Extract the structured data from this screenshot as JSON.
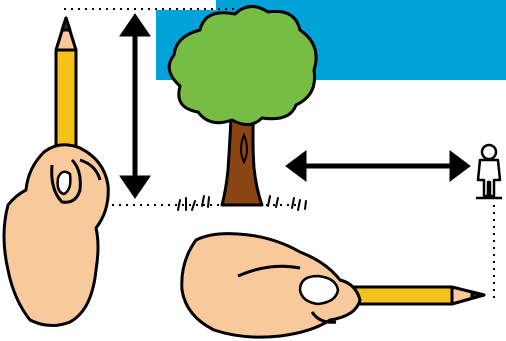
{
  "scene": {
    "colors": {
      "sky": "#00a3d7",
      "foliage": "#77bd43",
      "trunk": "#8b4513",
      "pencil": "#f4c21a",
      "skin": "#f8c99a",
      "outline": "#000000",
      "tip": "#333333"
    },
    "icons": [
      "sky-patch",
      "tree-icon",
      "grass-tufts",
      "person-figure-icon",
      "hand-holding-pencil-vertical-icon",
      "hand-holding-pencil-horizontal-icon",
      "vertical-double-arrow-icon",
      "horizontal-double-arrow-icon",
      "dotted-guide-lines"
    ]
  }
}
